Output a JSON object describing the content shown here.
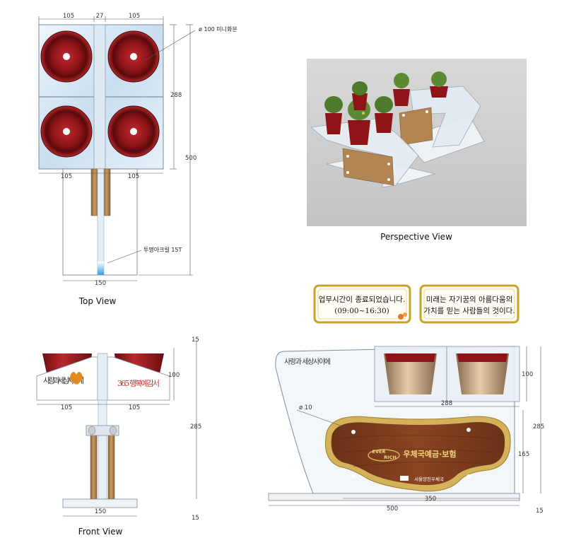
{
  "views": {
    "top": {
      "caption": "Top View",
      "dims": {
        "w1": "105",
        "gap": "27",
        "w2": "105",
        "bw1": "105",
        "bw2": "105",
        "height": "288",
        "total": "500",
        "base": "150"
      },
      "labels": {
        "pot": "ø 100 미니화분",
        "acrylic": "투명아크릴 15T"
      }
    },
    "perspective": {
      "caption": "Perspective View"
    },
    "front": {
      "caption": "Front View",
      "dims": {
        "top": "15",
        "tray": "100",
        "w1": "105",
        "w2": "105",
        "height": "285",
        "base": "150",
        "bottom": "15"
      },
      "logos": {
        "left": "사랑과 세상사이에",
        "right": "365 행복예감서"
      }
    },
    "side": {
      "dims": {
        "tray": "100",
        "pots_w": "288",
        "hole": "ø 10",
        "height": "285",
        "plate_h": "165",
        "plate_w": "350",
        "total_w": "500",
        "bottom": "15"
      },
      "logo": "사랑과 세상사이에",
      "plaque": {
        "brand_top": "EVER",
        "brand_bottom": "RICH",
        "title": "우체국예금·보험",
        "office": "서울양천우체국"
      }
    }
  },
  "signs": [
    {
      "line1": "업무시간이 종료되었습니다.",
      "line2": "(09:00~16:30)"
    },
    {
      "line1": "미래는 자기꿈의 아름다움의",
      "line2": "가치를 믿는 사람들의 것이다."
    }
  ],
  "colors": {
    "pot_red": "#8e1418",
    "wood": "#b78a58",
    "acrylic": "#d7e8f4",
    "gold": "#c9a227"
  }
}
